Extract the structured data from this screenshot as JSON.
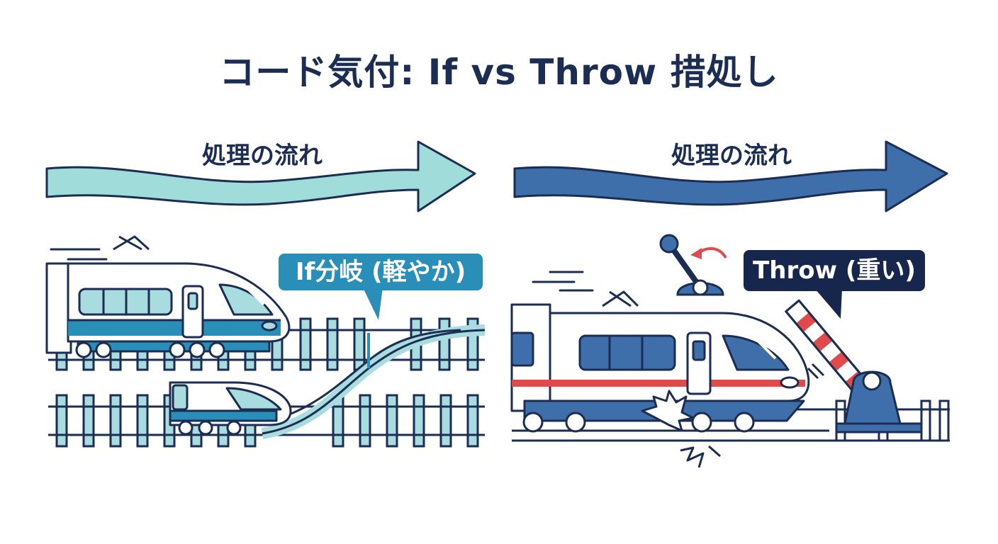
{
  "title": "コード気付: If vs Throw 措処し",
  "panels": {
    "left": {
      "flow_label": "処理の流れ",
      "bubble_label": "If分岐 (軽やか)",
      "arrow_color": "#9fdcda",
      "accent_color": "#2a8fb8"
    },
    "right": {
      "flow_label": "処理の流れ",
      "bubble_label": "Throw (重い)",
      "arrow_color": "#3f6fab",
      "accent_color": "#16264c",
      "stripe_color": "#e04a4a"
    }
  },
  "icons": {
    "left": [
      "train-icon",
      "switch-track-icon",
      "diverted-train-icon"
    ],
    "right": [
      "train-icon",
      "lever-icon",
      "barrier-gate-icon",
      "impact-spark-icon"
    ]
  }
}
